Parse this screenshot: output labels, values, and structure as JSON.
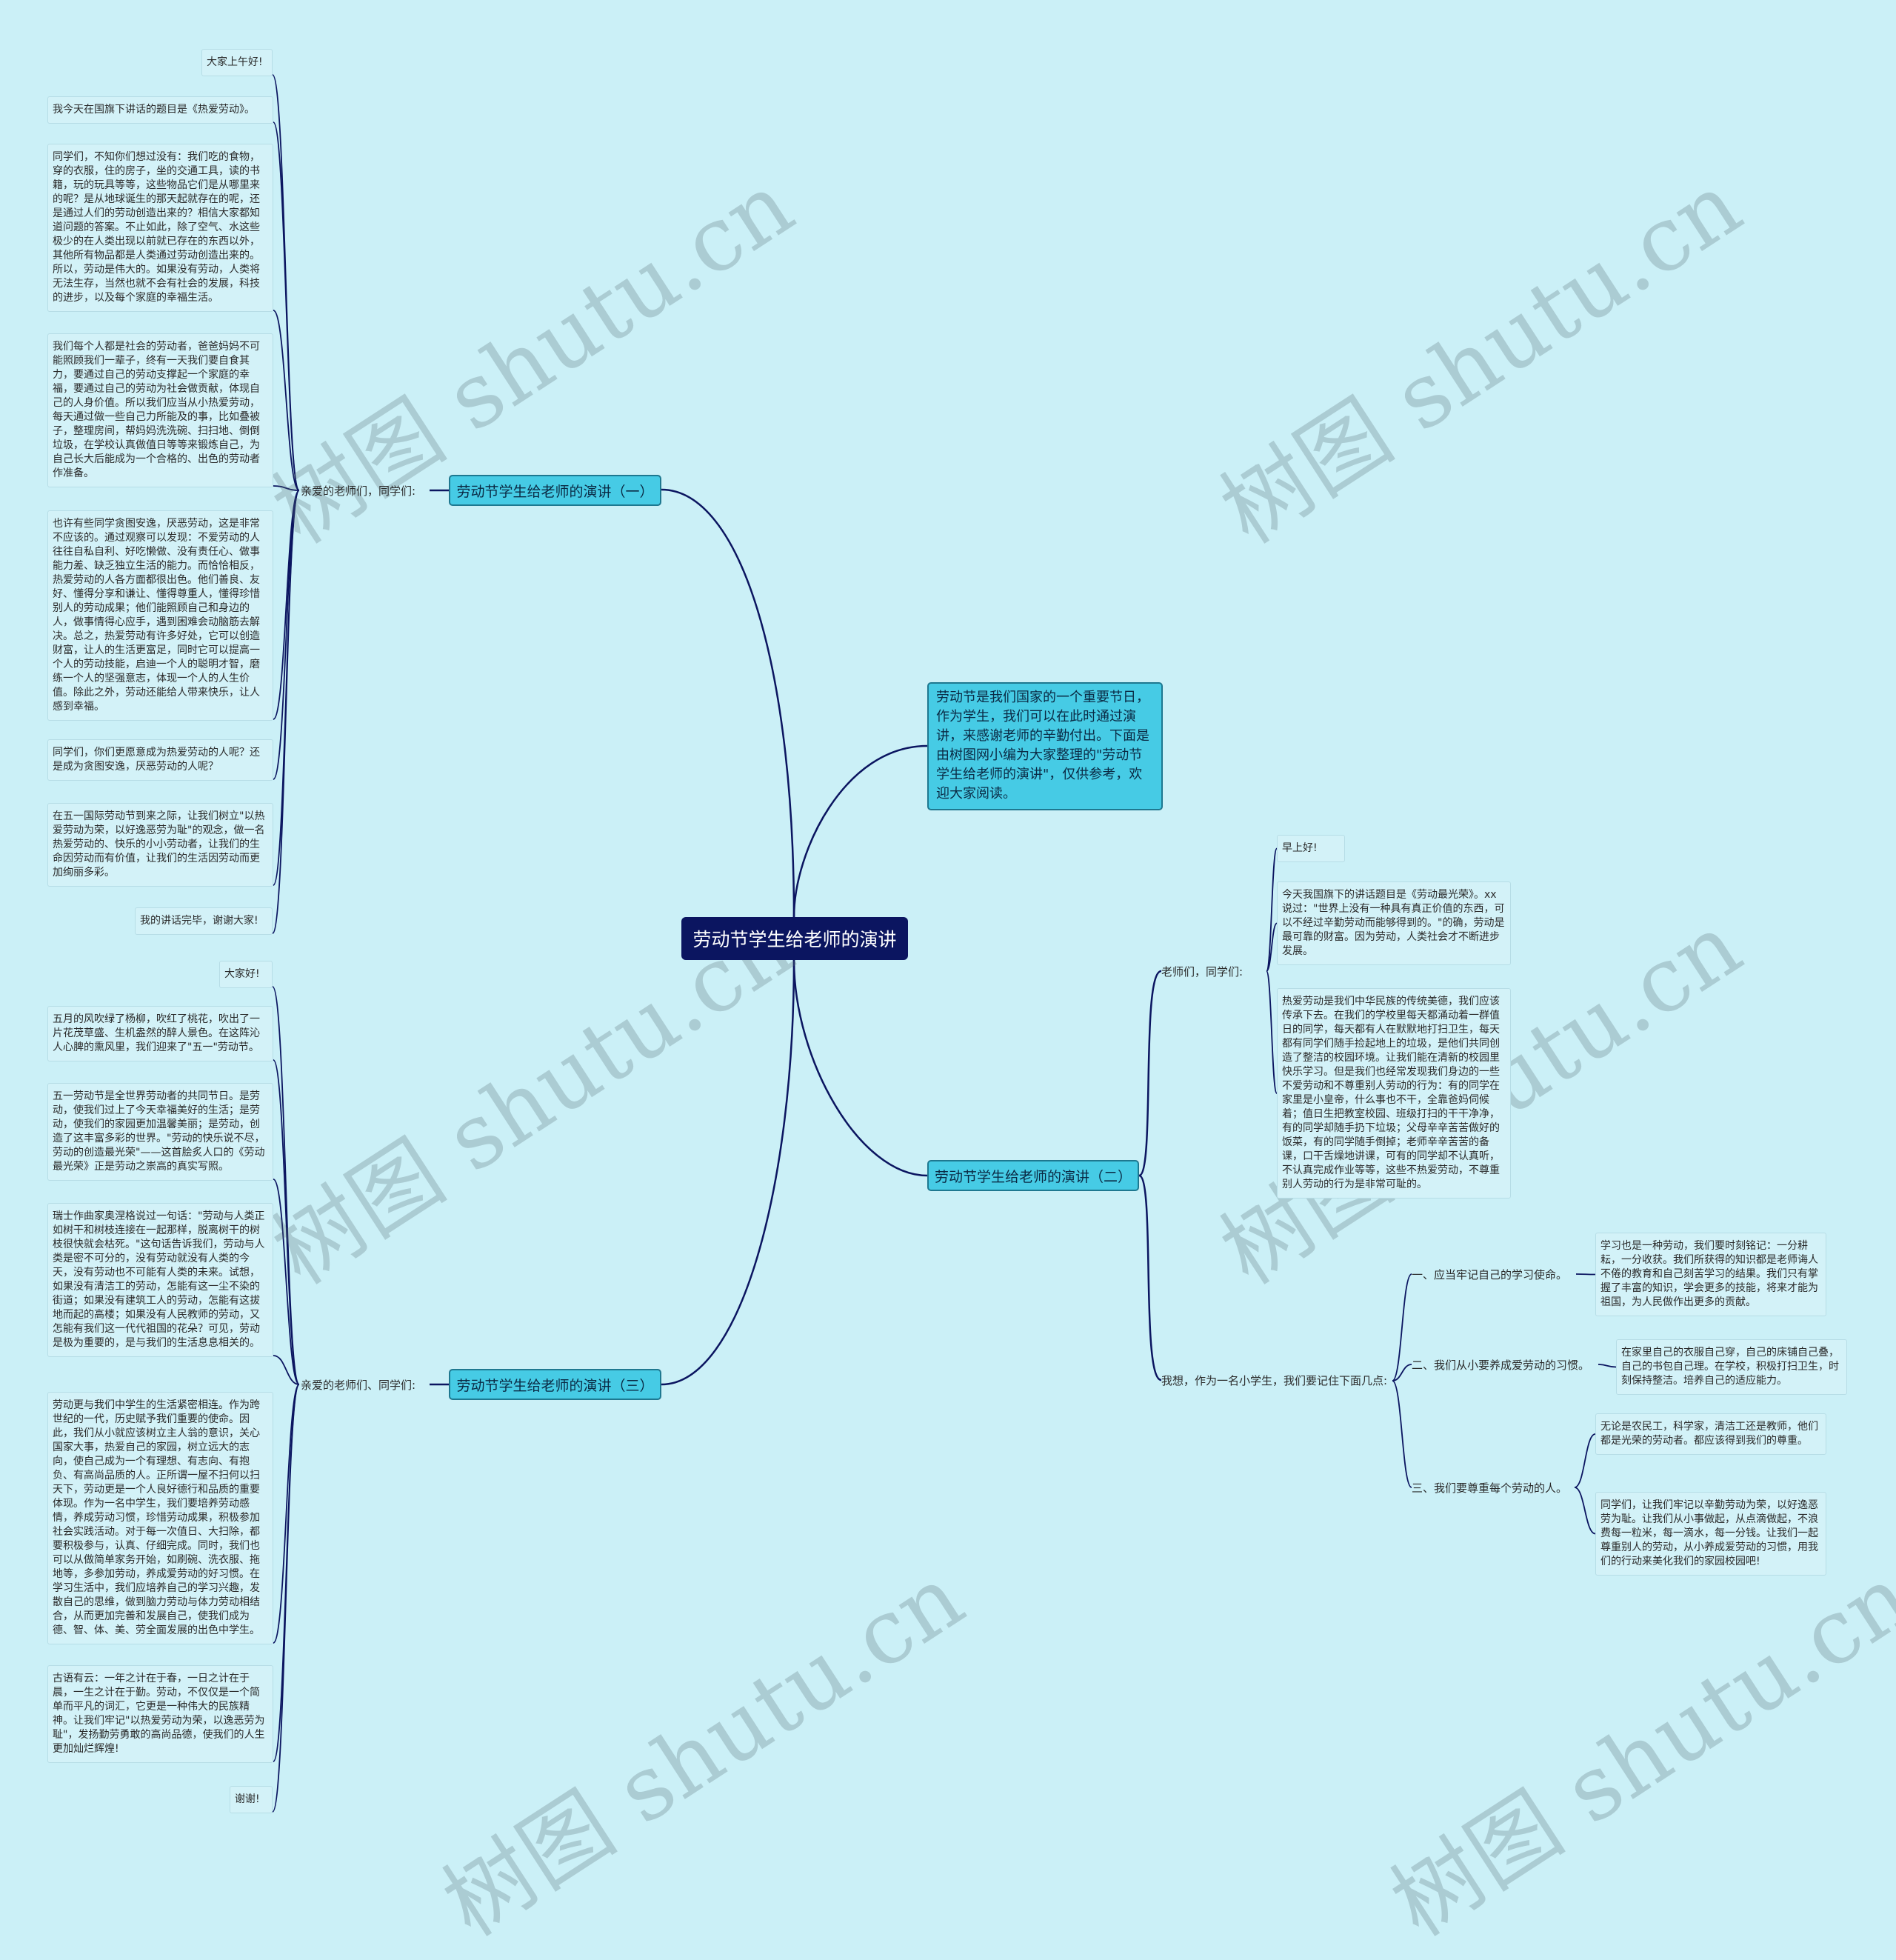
{
  "root": "劳动节学生给老师的演讲",
  "intro": "劳动节是我们国家的一个重要节日，作为学生，我们可以在此时通过演讲，来感谢老师的辛勤付出。下面是由树图网小编为大家整理的\"劳动节学生给老师的演讲\"，仅供参考，欢迎大家阅读。",
  "watermark": "树图 shutu.cn",
  "colors": {
    "background": "#cbf0f7",
    "root": "#0b1560",
    "branch": "#46cbe5",
    "line": "#0b1560"
  },
  "speech1": {
    "title": "劳动节学生给老师的演讲（一）",
    "greeting": "亲爱的老师们，同学们:",
    "paragraphs": [
      "大家上午好!",
      "我今天在国旗下讲话的题目是《热爱劳动》。",
      "同学们，不知你们想过没有：我们吃的食物，穿的衣服，住的房子，坐的交通工具，读的书籍，玩的玩具等等，这些物品它们是从哪里来的呢？是从地球诞生的那天起就存在的呢，还是通过人们的劳动创造出来的？相信大家都知道问题的答案。不止如此，除了空气、水这些极少的在人类出现以前就已存在的东西以外，其他所有物品都是人类通过劳动创造出来的。所以，劳动是伟大的。如果没有劳动，人类将无法生存，当然也就不会有社会的发展，科技的进步，以及每个家庭的幸福生活。",
      "我们每个人都是社会的劳动者，爸爸妈妈不可能照顾我们一辈子，终有一天我们要自食其力，要通过自己的劳动支撑起一个家庭的幸福，要通过自己的劳动为社会做贡献，体现自己的人身价值。所以我们应当从小热爱劳动，每天通过做一些自己力所能及的事，比如叠被子，整理房间，帮妈妈洗洗碗、扫扫地、倒倒垃圾，在学校认真做值日等等来锻炼自己，为自己长大后能成为一个合格的、出色的劳动者作准备。",
      "也许有些同学贪图安逸，厌恶劳动，这是非常不应该的。通过观察可以发现：不爱劳动的人往往自私自利、好吃懒做、没有责任心、做事能力差、缺乏独立生活的能力。而恰恰相反，热爱劳动的人各方面都很出色。他们善良、友好、懂得分享和谦让、懂得尊重人，懂得珍惜别人的劳动成果；他们能照顾自己和身边的人，做事情得心应手，遇到困难会动脑筋去解决。总之，热爱劳动有许多好处，它可以创造财富，让人的生活更富足，同时它可以提高一个人的劳动技能，启迪一个人的聪明才智，磨练一个人的坚强意志，体现一个人的人生价值。除此之外，劳动还能给人带来快乐，让人感到幸福。",
      "同学们，你们更愿意成为热爱劳动的人呢？还是成为贪图安逸，厌恶劳动的人呢？",
      "在五一国际劳动节到来之际，让我们树立\"以热爱劳动为荣，以好逸恶劳为耻\"的观念，做一名热爱劳动的、快乐的小小劳动者，让我们的生命因劳动而有价值，让我们的生活因劳动而更加绚丽多彩。",
      "我的讲话完毕，谢谢大家!"
    ]
  },
  "speech2": {
    "title": "劳动节学生给老师的演讲（二）",
    "greeting": "老师们，同学们:",
    "greeting_items": [
      "早上好!",
      "今天我国旗下的讲话题目是《劳动最光荣》。xx说过：\"世界上没有一种具有真正价值的东西，可以不经过辛勤劳动而能够得到的。\"的确，劳动是最可靠的财富。因为劳动，人类社会才不断进步发展。",
      "热爱劳动是我们中华民族的传统美德，我们应该传承下去。在我们的学校里每天都涌动着一群值日的同学，每天都有人在默默地打扫卫生，每天都有同学们随手捡起地上的垃圾，是他们共同创造了整洁的校园环境。让我们能在清新的校园里快乐学习。但是我们也经常发现我们身边的一些不爱劳动和不尊重别人劳动的行为：有的同学在家里是小皇帝，什么事也不干，全靠爸妈伺候着；值日生把教室校园、班级打扫的干干净净，有的同学却随手扔下垃圾；父母辛辛苦苦做好的饭菜，有的同学随手倒掉；老师辛辛苦苦的备课，口干舌燥地讲课，可有的同学却不认真听，不认真完成作业等等，这些不热爱劳动，不尊重别人劳动的行为是非常可耻的。"
    ],
    "think": "我想，作为一名小学生，我们要记住下面几点:",
    "points": [
      {
        "label": "一、应当牢记自己的学习使命。",
        "details": [
          "学习也是一种劳动，我们要时刻铭记：一分耕耘，一分收获。我们所获得的知识都是老师诲人不倦的教育和自己刻苦学习的结果。我们只有掌握了丰富的知识，学会更多的技能，将来才能为祖国，为人民做作出更多的贡献。"
        ]
      },
      {
        "label": "二、我们从小要养成爱劳动的习惯。",
        "details": [
          "在家里自己的衣服自己穿，自己的床铺自己叠，自己的书包自己理。在学校，积极打扫卫生，时刻保持整洁。培养自己的适应能力。"
        ]
      },
      {
        "label": "三、我们要尊重每个劳动的人。",
        "details": [
          "无论是农民工，科学家，清洁工还是教师，他们都是光荣的劳动者。都应该得到我们的尊重。",
          "同学们，让我们牢记以辛勤劳动为荣，以好逸恶劳为耻。让我们从小事做起，从点滴做起，不浪费每一粒米，每一滴水，每一分钱。让我们一起尊重别人的劳动，从小养成爱劳动的习惯，用我们的行动来美化我们的家园校园吧!"
        ]
      }
    ]
  },
  "speech3": {
    "title": "劳动节学生给老师的演讲（三）",
    "greeting": "亲爱的老师们、同学们:",
    "paragraphs": [
      "大家好!",
      "五月的风吹绿了杨柳，吹红了桃花，吹出了一片花茂草盛、生机盎然的醉人景色。在这阵沁人心脾的熏风里，我们迎来了\"五一\"劳动节。",
      "五一劳动节是全世界劳动者的共同节日。是劳动，使我们过上了今天幸福美好的生活；是劳动，使我们的家园更加温馨美丽；是劳动，创造了这丰富多彩的世界。\"劳动的快乐说不尽，劳动的创造最光荣\"——这首脍炙人口的《劳动最光荣》正是劳动之崇高的真实写照。",
      "瑞士作曲家奥涅格说过一句话：\"劳动与人类正如树干和树枝连接在一起那样，脱离树干的树枝很快就会枯死。\"这句话告诉我们，劳动与人类是密不可分的，没有劳动就没有人类的今天，没有劳动也不可能有人类的未来。试想，如果没有清洁工的劳动，怎能有这一尘不染的街道；如果没有建筑工人的劳动，怎能有这拔地而起的高楼；如果没有人民教师的劳动，又怎能有我们这一代代祖国的花朵？可见，劳动是极为重要的，是与我们的生活息息相关的。",
      "劳动更与我们中学生的生活紧密相连。作为跨世纪的一代，历史赋予我们重要的使命。因此，我们从小就应该树立主人翁的意识，关心国家大事，热爱自己的家园，树立远大的志向，使自己成为一个有理想、有志向、有抱负、有高尚品质的人。正所谓一屋不扫何以扫天下，劳动更是一个人良好德行和品质的重要体现。作为一名中学生，我们要培养劳动感情，养成劳动习惯，珍惜劳动成果，积极参加社会实践活动。对于每一次值日、大扫除，都要积极参与，认真、仔细完成。同时，我们也可以从做简单家务开始，如刷碗、洗衣服、拖地等，多参加劳动，养成爱劳动的好习惯。在学习生活中，我们应培养自己的学习兴趣，发散自己的思维，做到脑力劳动与体力劳动相结合，从而更加完善和发展自己，使我们成为德、智、体、美、劳全面发展的出色中学生。",
      "古语有云：一年之计在于春，一日之计在于晨，一生之计在于勤。劳动，不仅仅是一个简单而平凡的词汇，它更是一种伟大的民族精神。让我们牢记\"以热爱劳动为荣，以逸恶劳为耻\"，发扬勤劳勇敢的高尚品德，使我们的人生更加灿烂辉煌!",
      "谢谢!"
    ]
  }
}
